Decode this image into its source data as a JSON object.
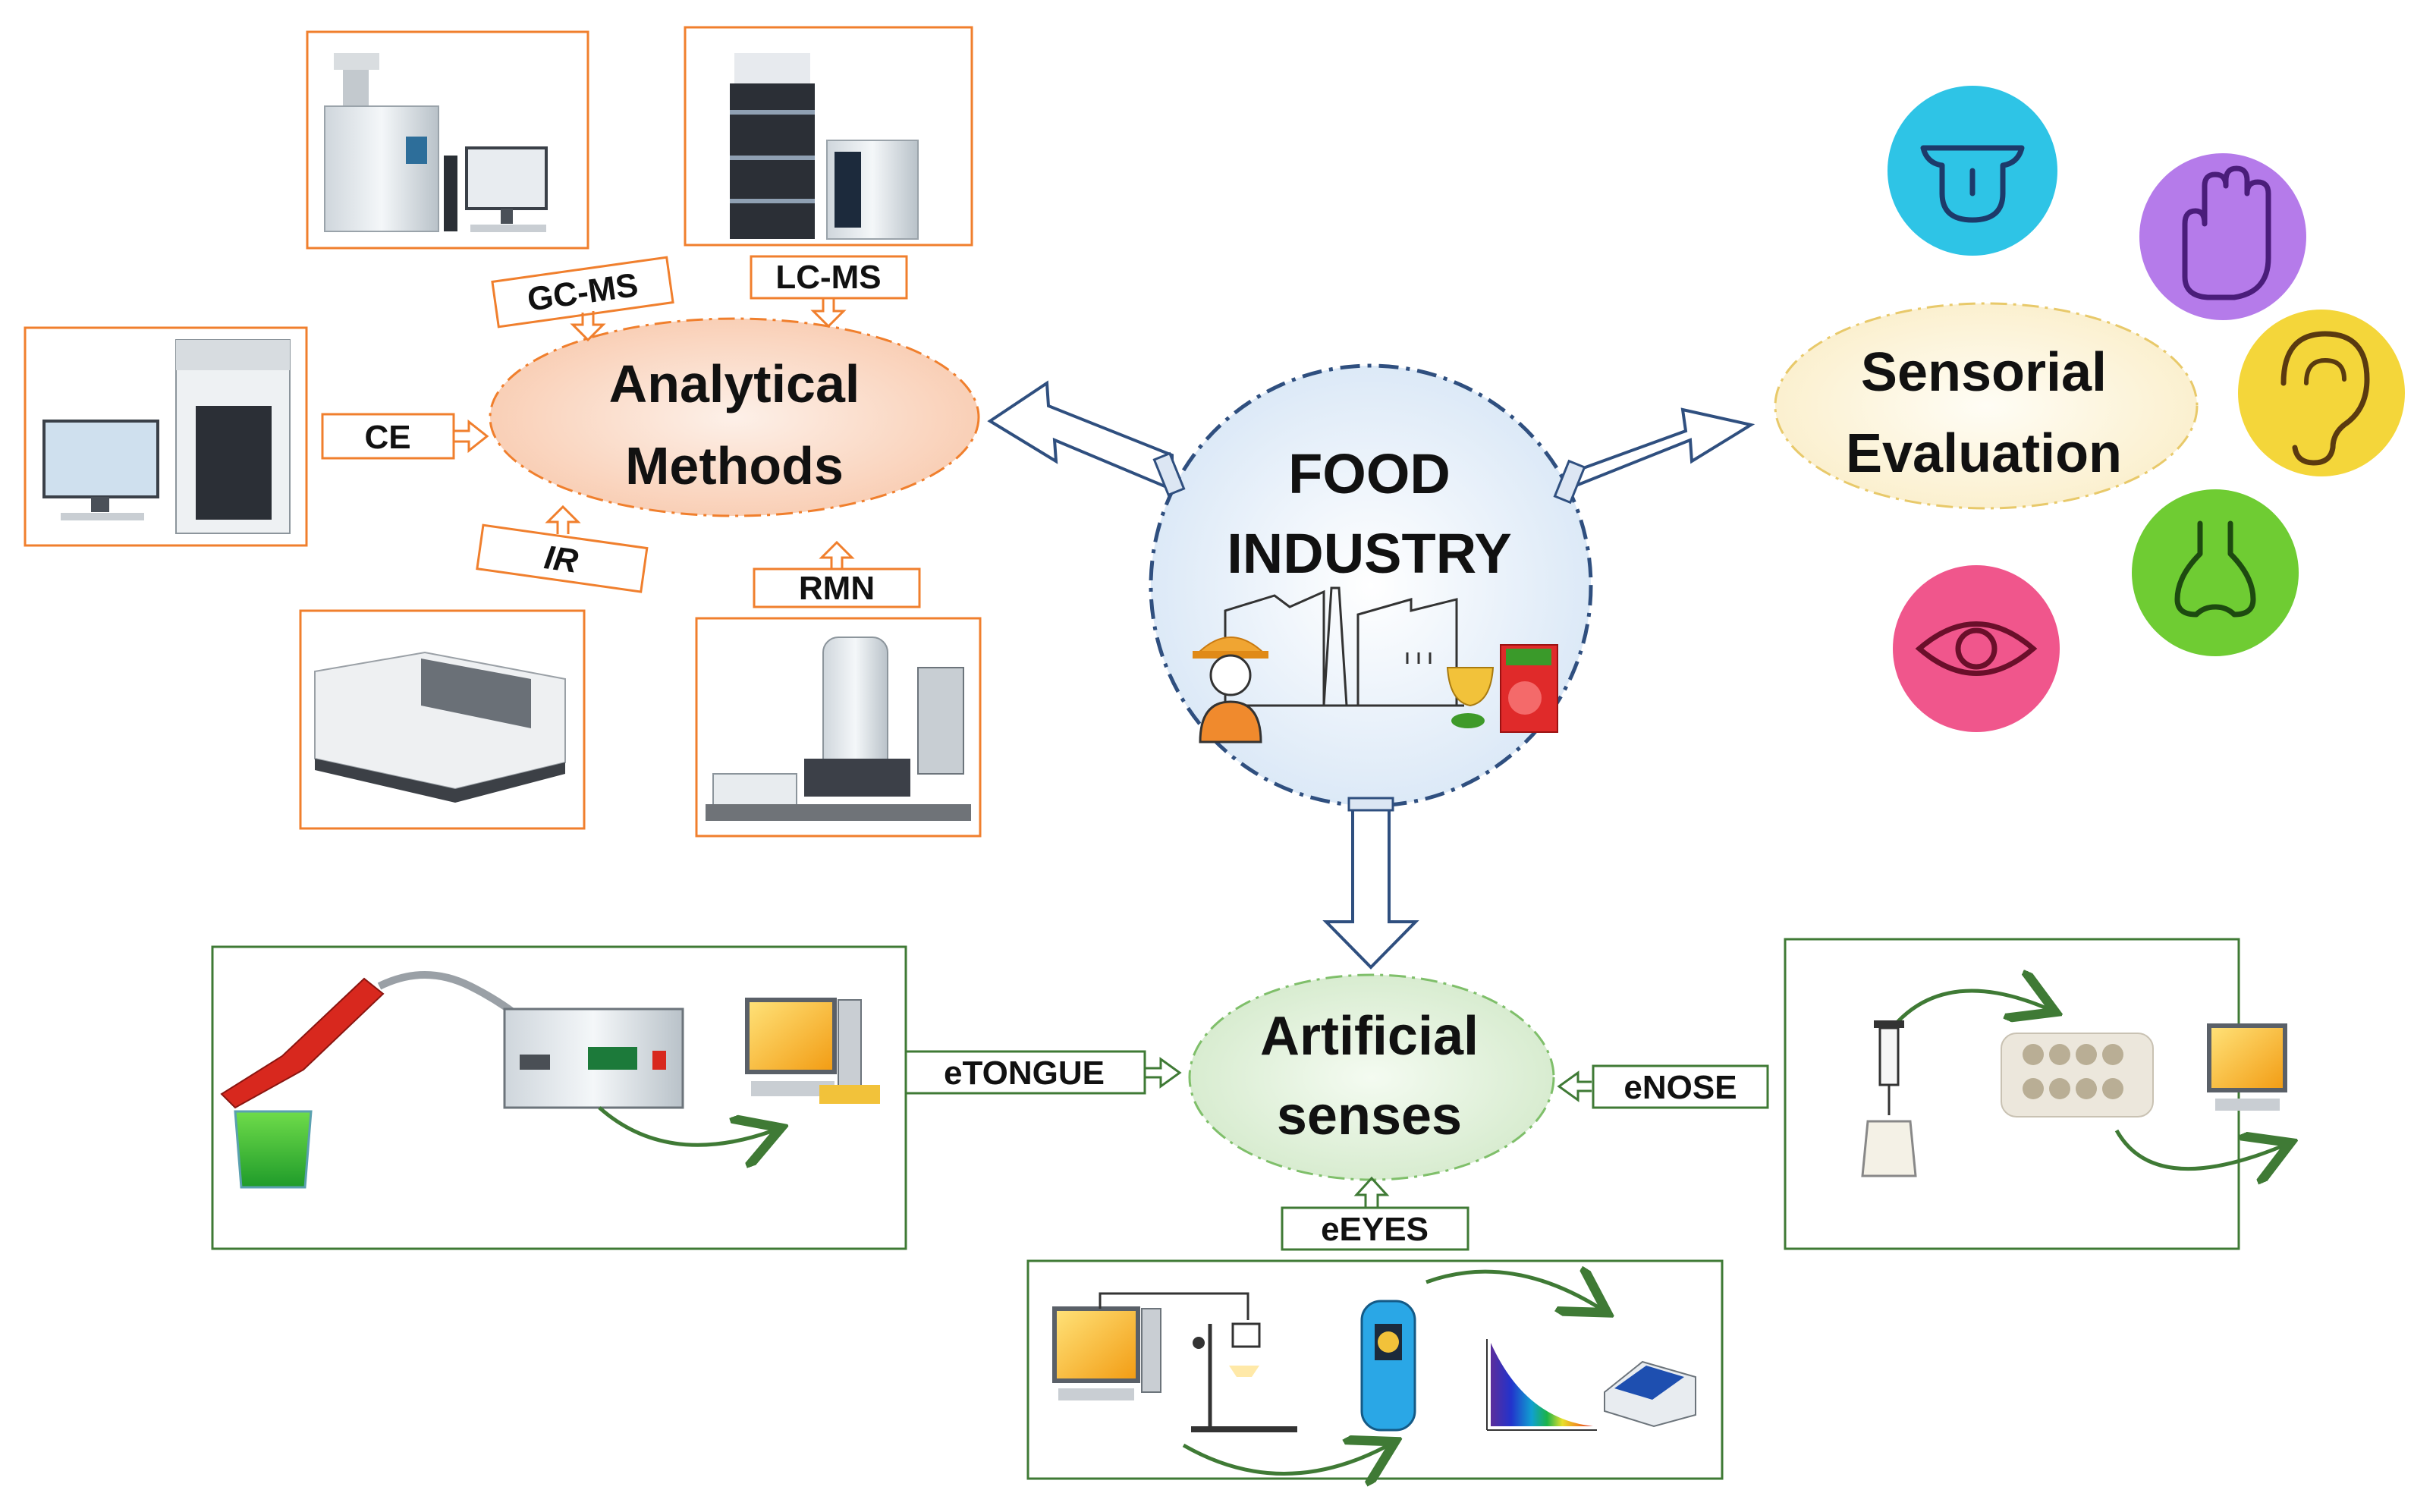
{
  "center": {
    "title_line1": "FOOD",
    "title_line2": "INDUSTRY"
  },
  "analytical": {
    "title_line1": "Analytical",
    "title_line2": "Methods",
    "techniques": {
      "gcms": "GC-MS",
      "lcms": "LC-MS",
      "ce": "CE",
      "ir": "IR",
      "rmn": "RMN"
    }
  },
  "sensorial": {
    "title_line1": "Sensorial",
    "title_line2": "Evaluation",
    "senses": [
      "tongue-icon",
      "hand-icon",
      "ear-icon",
      "nose-icon",
      "eye-icon"
    ]
  },
  "artificial": {
    "title_line1": "Artificial",
    "title_line2": "senses",
    "devices": {
      "etongue": "eTONGUE",
      "enose": "eNOSE",
      "eeyes": "eEYES"
    }
  },
  "colors": {
    "orange": "#f07f2d",
    "navy": "#2f4f7f",
    "green": "#3f7a35",
    "analytical_fill": "#fbdccb",
    "sensorial_fill": "#fdf6df",
    "artificial_fill": "#e3f2dc",
    "center_fill": "#e8f1fb",
    "tongue_bg": "#2ec4e6",
    "hand_bg": "#b57bea",
    "ear_bg": "#f4d63a",
    "nose_bg": "#6fcc33",
    "eye_bg": "#f0568c"
  }
}
